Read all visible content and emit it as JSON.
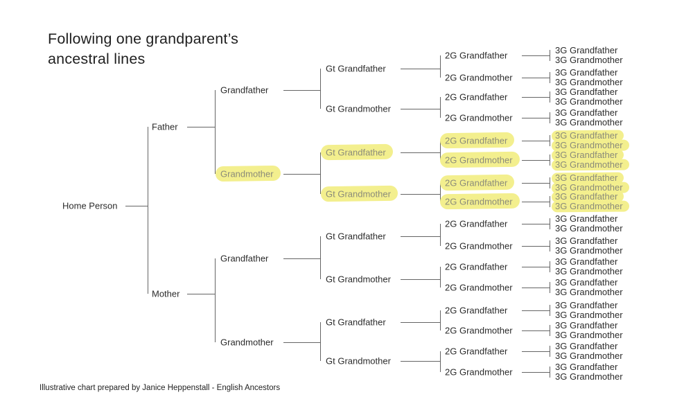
{
  "title": {
    "line1": "Following one grandparent’s",
    "line2": "ancestral lines"
  },
  "caption": "Illustrative chart prepared by Janice Heppenstall - English Ancestors",
  "colors": {
    "highlight": "#f3ef8e",
    "line": "#646464",
    "text": "#2b2b2b",
    "highlight_text": "#8b8b7a"
  },
  "tree": {
    "home": {
      "label": "Home Person",
      "highlighted": false
    },
    "parents": [
      {
        "label": "Father",
        "highlighted": false
      },
      {
        "label": "Mother",
        "highlighted": false
      }
    ],
    "grandparents": [
      {
        "label": "Grandfather",
        "highlighted": false
      },
      {
        "label": "Grandmother",
        "highlighted": true
      },
      {
        "label": "Grandfather",
        "highlighted": false
      },
      {
        "label": "Grandmother",
        "highlighted": false
      }
    ],
    "great_grandparents": [
      {
        "label": "Gt Grandfather",
        "highlighted": false
      },
      {
        "label": "Gt Grandmother",
        "highlighted": false
      },
      {
        "label": "Gt Grandfather",
        "highlighted": true
      },
      {
        "label": "Gt Grandmother",
        "highlighted": true
      },
      {
        "label": "Gt Grandfather",
        "highlighted": false
      },
      {
        "label": "Gt Grandmother",
        "highlighted": false
      },
      {
        "label": "Gt Grandfather",
        "highlighted": false
      },
      {
        "label": "Gt Grandmother",
        "highlighted": false
      }
    ],
    "g2": [
      {
        "label": "2G Grandfather",
        "highlighted": false
      },
      {
        "label": "2G Grandmother",
        "highlighted": false
      },
      {
        "label": "2G Grandfather",
        "highlighted": false
      },
      {
        "label": "2G Grandmother",
        "highlighted": false
      },
      {
        "label": "2G Grandfather",
        "highlighted": true
      },
      {
        "label": "2G Grandmother",
        "highlighted": true
      },
      {
        "label": "2G Grandfather",
        "highlighted": true
      },
      {
        "label": "2G Grandmother",
        "highlighted": true
      },
      {
        "label": "2G Grandfather",
        "highlighted": false
      },
      {
        "label": "2G Grandmother",
        "highlighted": false
      },
      {
        "label": "2G Grandfather",
        "highlighted": false
      },
      {
        "label": "2G Grandmother",
        "highlighted": false
      },
      {
        "label": "2G Grandfather",
        "highlighted": false
      },
      {
        "label": "2G Grandmother",
        "highlighted": false
      },
      {
        "label": "2G Grandfather",
        "highlighted": false
      },
      {
        "label": "2G Grandmother",
        "highlighted": false
      }
    ],
    "g3": [
      {
        "label": "3G Grandfather",
        "highlighted": false
      },
      {
        "label": "3G Grandmother",
        "highlighted": false
      },
      {
        "label": "3G Grandfather",
        "highlighted": false
      },
      {
        "label": "3G Grandmother",
        "highlighted": false
      },
      {
        "label": "3G Grandfather",
        "highlighted": false
      },
      {
        "label": "3G Grandmother",
        "highlighted": false
      },
      {
        "label": "3G Grandfather",
        "highlighted": false
      },
      {
        "label": "3G Grandmother",
        "highlighted": false
      },
      {
        "label": "3G Grandfather",
        "highlighted": true
      },
      {
        "label": "3G Grandmother",
        "highlighted": true
      },
      {
        "label": "3G Grandfather",
        "highlighted": true
      },
      {
        "label": "3G Grandmother",
        "highlighted": true
      },
      {
        "label": "3G Grandfather",
        "highlighted": true
      },
      {
        "label": "3G Grandmother",
        "highlighted": true
      },
      {
        "label": "3G Grandfather",
        "highlighted": true
      },
      {
        "label": "3G Grandmother",
        "highlighted": true
      },
      {
        "label": "3G Grandfather",
        "highlighted": false
      },
      {
        "label": "3G Grandmother",
        "highlighted": false
      },
      {
        "label": "3G Grandfather",
        "highlighted": false
      },
      {
        "label": "3G Grandmother",
        "highlighted": false
      },
      {
        "label": "3G Grandfather",
        "highlighted": false
      },
      {
        "label": "3G Grandmother",
        "highlighted": false
      },
      {
        "label": "3G Grandfather",
        "highlighted": false
      },
      {
        "label": "3G Grandmother",
        "highlighted": false
      },
      {
        "label": "3G Grandfather",
        "highlighted": false
      },
      {
        "label": "3G Grandmother",
        "highlighted": false
      },
      {
        "label": "3G Grandfather",
        "highlighted": false
      },
      {
        "label": "3G Grandmother",
        "highlighted": false
      },
      {
        "label": "3G Grandfather",
        "highlighted": false
      },
      {
        "label": "3G Grandmother",
        "highlighted": false
      },
      {
        "label": "3G Grandfather",
        "highlighted": false
      },
      {
        "label": "3G Grandmother",
        "highlighted": false
      }
    ]
  }
}
